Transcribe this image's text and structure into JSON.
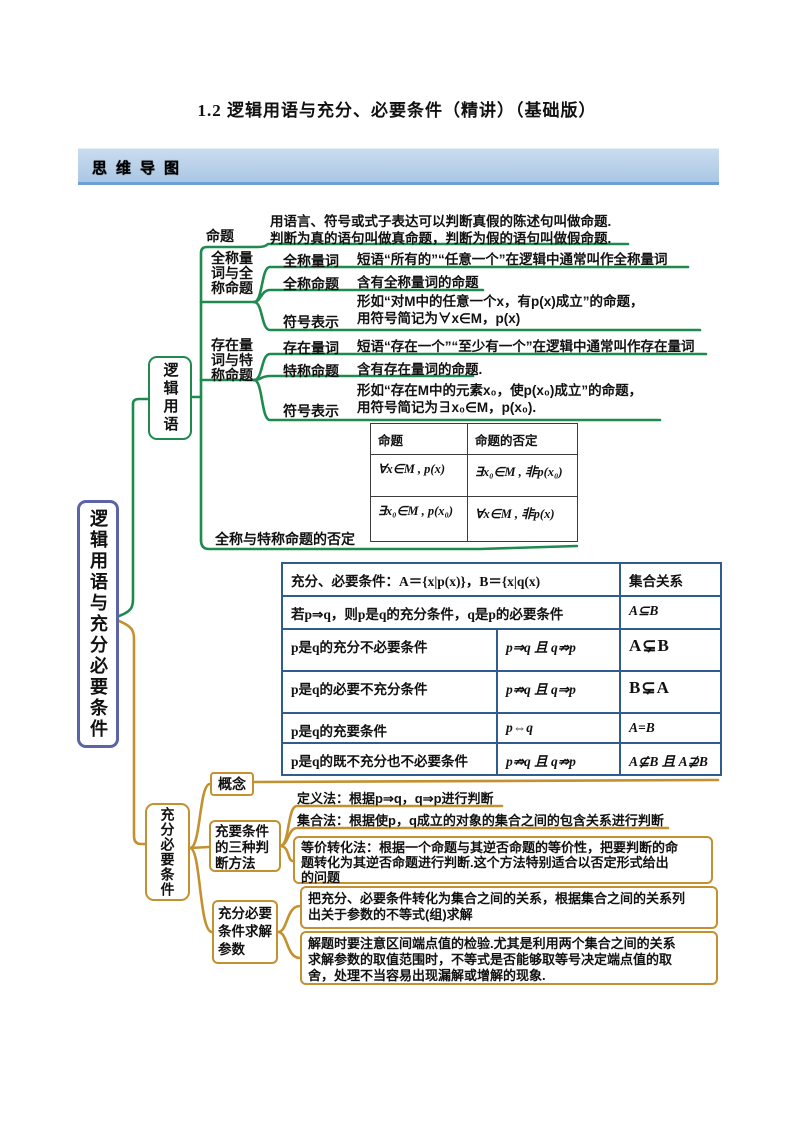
{
  "page": {
    "title": "1.2 逻辑用语与充分、必要条件（精讲）（基础版）"
  },
  "banner": {
    "label": "思维导图"
  },
  "mindmap": {
    "root": "逻辑用语与充分必要条件",
    "logic": {
      "node": "逻辑用语",
      "proposition": {
        "label": "命题",
        "desc": "用语言、符号或式子表达可以判断真假的陈述句叫做命题.\n判断为真的语句叫做真命题，判断为假的语句叫做假命题."
      },
      "universal": {
        "label": "全称量\n词与全\n称命题",
        "items": [
          {
            "label": "全称量词",
            "text": "短语“所有的”“任意一个”在逻辑中通常叫作全称量词"
          },
          {
            "label": "全称命题",
            "text": "含有全称量词的命题"
          },
          {
            "label": "符号表示",
            "text": "形如“对M中的任意一个x，有p(x)成立”的命题，\n用符号简记为∀x∈M，p(x)"
          }
        ]
      },
      "existential": {
        "label": "存在量\n词与特\n称命题",
        "items": [
          {
            "label": "存在量词",
            "text": "短语“存在一个”“至少有一个”在逻辑中通常叫作存在量词"
          },
          {
            "label": "特称命题",
            "text": "含有存在量词的命题."
          },
          {
            "label": "符号表示",
            "text": "形如“存在M中的元素x₀，使p(x₀)成立”的命题，\n用符号简记为∃x₀∈M，p(x₀)."
          }
        ]
      },
      "negation_label": "全称与特称命题的否定",
      "negation_table": {
        "headers": [
          "命题",
          "命题的否定"
        ],
        "rows": [
          [
            "∀x∈M , p(x)",
            "∃x₀∈M , 非p(x₀)"
          ],
          [
            "∃x₀∈M , p(x₀)",
            "∀x∈M , 非p(x)"
          ]
        ]
      }
    },
    "sufficiency": {
      "node": "充分必要条件",
      "concept_label": "概念",
      "relation_table": {
        "header_left": "充分、必要条件：A＝{x|p(x)}，B＝{x|q(x)",
        "header_right": "集合关系",
        "def_row": {
          "left": "若p⇒q，则p是q的充分条件，q是p的必要条件",
          "right": "A⊆B"
        },
        "rows": [
          {
            "condition": "p是q的充分不必要条件",
            "logic": "p⇒q 且 q⇏p",
            "sets": "A⊊B"
          },
          {
            "condition": "p是q的必要不充分条件",
            "logic": "p⇏q 且 q⇒p",
            "sets": "B⊊A"
          },
          {
            "condition": "p是q的充要条件",
            "logic": "p⇔q",
            "sets": "A=B"
          },
          {
            "condition": "p是q的既不充分也不必要条件",
            "logic": "p⇏q 且 q⇏p",
            "sets": "A⊈B 且 A⊉B"
          }
        ]
      },
      "methods": {
        "label": "充要条件\n的三种判\n断方法",
        "definition": "定义法：根据p⇒q，q⇒p进行判断",
        "sets": "集合法：根据使p，q成立的对象的集合之间的包含关系进行判断",
        "equivalence": "等价转化法：根据一个命题与其逆否命题的等价性，把要判断的命\n题转化为其逆否命题进行判断.这个方法特别适合以否定形式给出\n的问题"
      },
      "params": {
        "label": "充分必要\n条件求解\n参数",
        "method": "把充分、必要条件转化为集合之间的关系，根据集合之间的关系列\n出关于参数的不等式(组)求解",
        "caution": "解题时要注意区间端点值的检验.尤其是利用两个集合之间的关系\n求解参数的取值范围时，不等式是否能够取等号决定端点值的取\n舍，处理不当容易出现漏解或增解的现象."
      }
    }
  },
  "colors": {
    "branch_green": "#1e8a4e",
    "branch_orange": "#c3912f",
    "root_border": "#5c64a8",
    "table_border": "#2f5d8f",
    "banner_bg": "#aac7e4"
  }
}
